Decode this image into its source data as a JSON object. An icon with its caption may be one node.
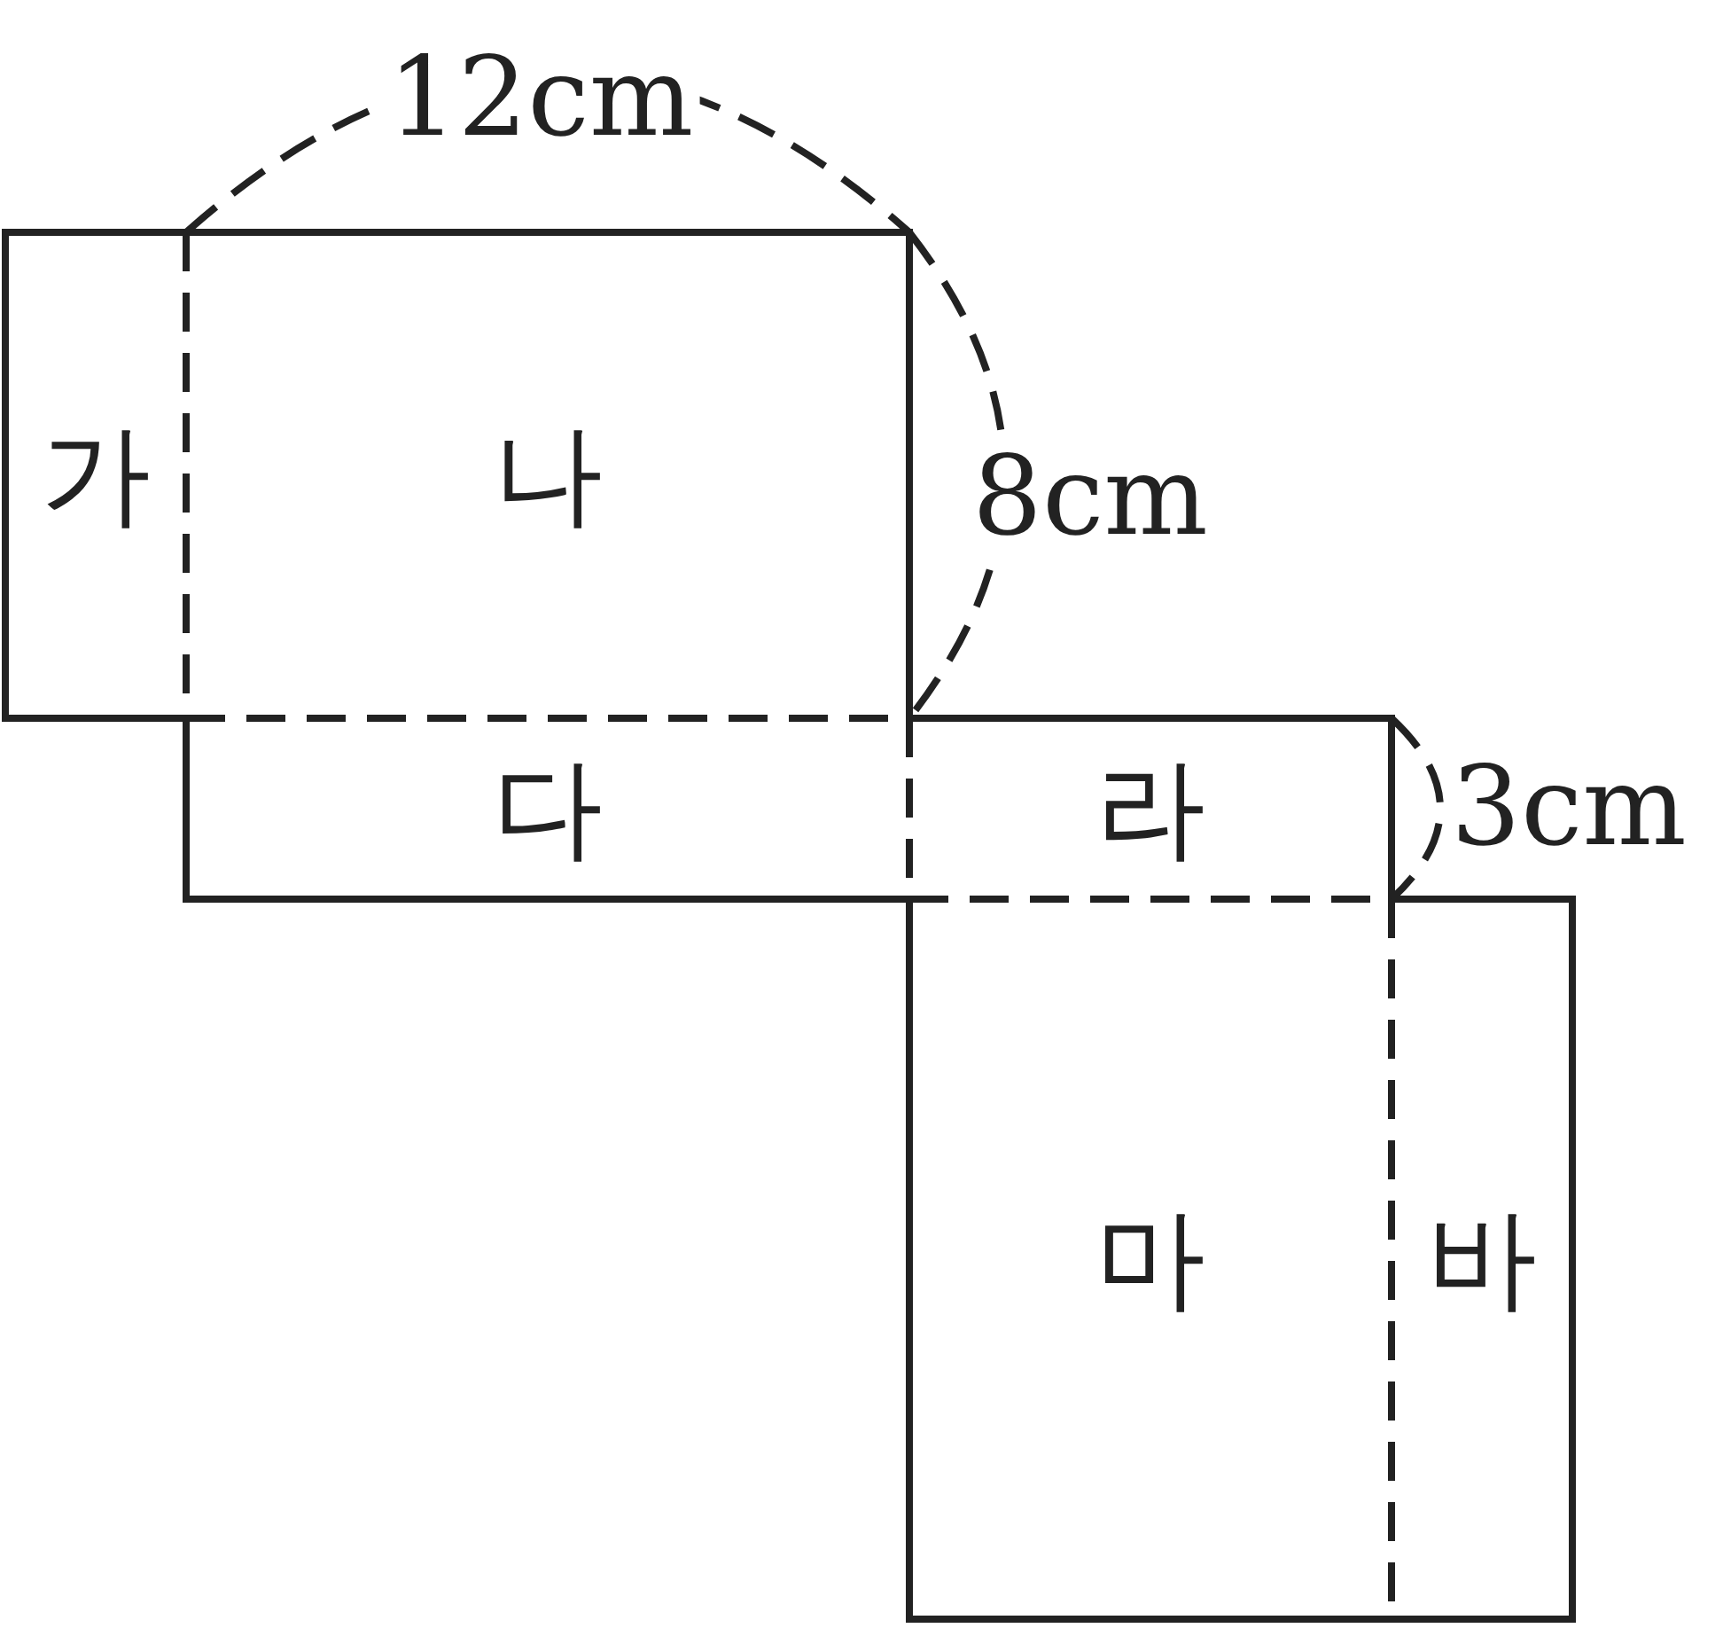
{
  "diagram": {
    "nodes": [
      {
        "text": [
          "가"
        ]
      },
      {
        "text": [
          "나"
        ]
      },
      {
        "text": [
          "다"
        ]
      },
      {
        "text": [
          "라"
        ]
      },
      {
        "text": [
          "마"
        ]
      },
      {
        "text": [
          "바"
        ]
      }
    ],
    "labels": [
      "12cm",
      "8cm",
      "3cm"
    ]
  }
}
